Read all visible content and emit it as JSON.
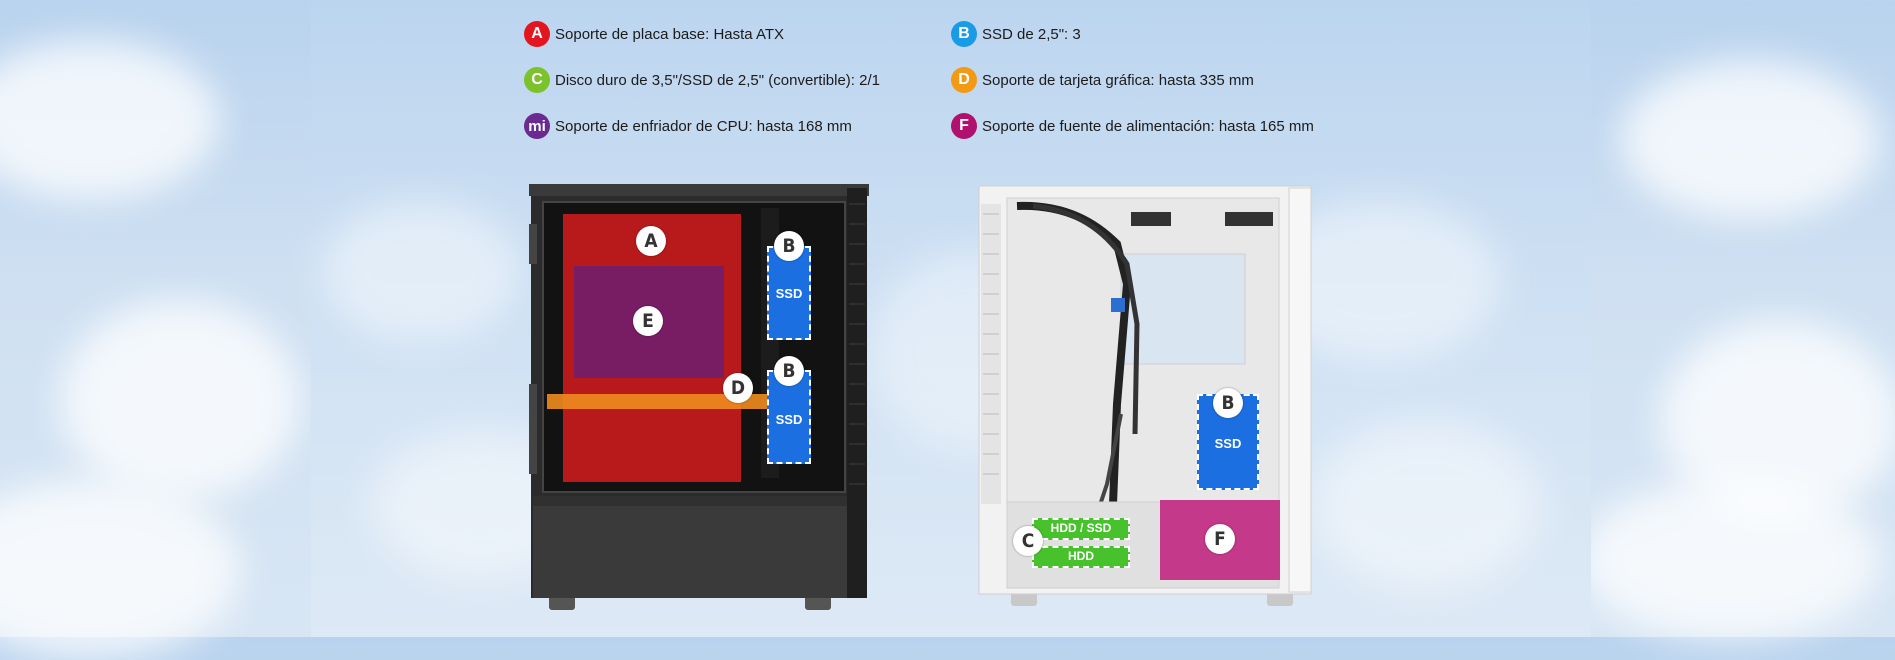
{
  "legend": [
    {
      "letter": "A",
      "text": "Soporte de placa base: Hasta ATX",
      "color": "#e3151e"
    },
    {
      "letter": "B",
      "text": "SSD de 2,5\": 3",
      "color": "#1a9be6"
    },
    {
      "letter": "C",
      "text": "Disco duro de 3,5\"/SSD de 2,5\" (convertible): 2/1",
      "color": "#7cc22b"
    },
    {
      "letter": "D",
      "text": "Soporte de tarjeta gráfica: hasta 335 mm",
      "color": "#f39a15"
    },
    {
      "letter": "mi",
      "text": "Soporte de enfriador de CPU: hasta 168 mm",
      "color": "#6b2a8f"
    },
    {
      "letter": "F",
      "text": "Soporte de fuente de alimentación: hasta 165 mm",
      "color": "#b0116e"
    }
  ],
  "left_case": {
    "markers": {
      "a": "A",
      "e": "E",
      "d": "D",
      "b1": "B",
      "b2": "B"
    },
    "ssd1_label": "SSD",
    "ssd2_label": "SSD"
  },
  "right_case": {
    "markers": {
      "b": "B",
      "c": "C",
      "f": "F"
    },
    "ssd_label": "SSD",
    "hdd_ssd_label": "HDD / SSD",
    "hdd_label": "HDD"
  }
}
